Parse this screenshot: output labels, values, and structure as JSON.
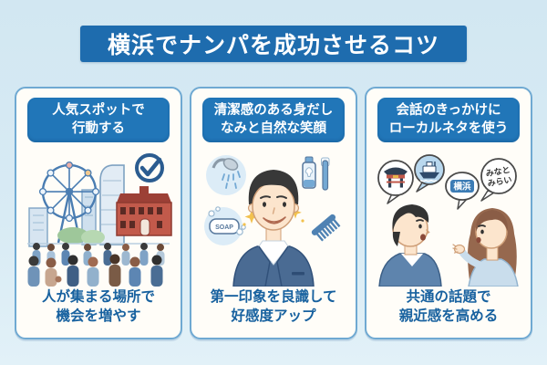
{
  "title": "横浜でナンパを成功させるコツ",
  "colors": {
    "background_top": "#d2e7f2",
    "background_bottom": "#e2f1f8",
    "banner_blue": "#1e6cae",
    "card_header_blue": "#2176b8",
    "footer_text_blue": "#17619f",
    "card_border_blue": "#6fa9d2",
    "card_background": "#fffdf8",
    "accent_red_brick": "#c25a4b",
    "sparkle_gold": "#f2c14e"
  },
  "cards": [
    {
      "header": "人気スポットで\n行動する",
      "footer": "人が集まる場所で\n機会を増やす",
      "illustration": "yokohama-landmarks-and-crowd-with-checkmark"
    },
    {
      "header": "清潔感のある身だし\nなみと自然な笑顔",
      "footer": "第一印象を良識して\n好感度アップ",
      "illustration": "smiling-man-with-grooming-icons",
      "soap_label": "SOAP"
    },
    {
      "header": "会話のきっかけに\nローカルネタを使う",
      "footer": "共通の話題で\n親近感を高める",
      "illustration": "man-and-woman-talking-with-local-topic-bubbles",
      "bubble_yokohama": "横浜",
      "bubble_minato_line1": "みなと",
      "bubble_minato_line2": "みらい"
    }
  ]
}
